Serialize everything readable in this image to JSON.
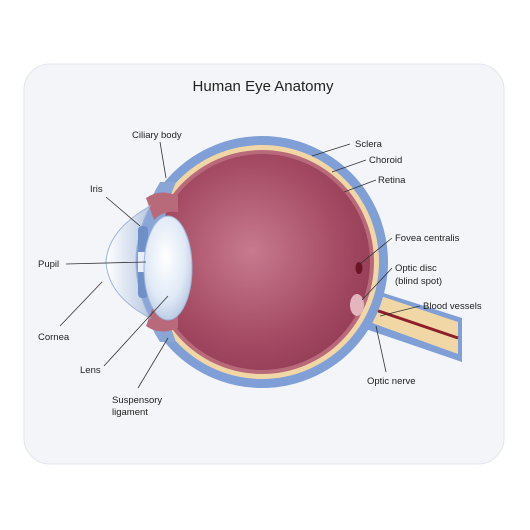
{
  "title": "Human Eye Anatomy",
  "labels": {
    "ciliary_body": "Ciliary body",
    "iris": "Iris",
    "pupil": "Pupil",
    "cornea": "Cornea",
    "lens": "Lens",
    "suspensory_1": "Suspensory",
    "suspensory_2": "ligament",
    "sclera": "Sclera",
    "choroid": "Choroid",
    "retina": "Retina",
    "fovea": "Fovea centralis",
    "optic_disc_1": "Optic disc",
    "optic_disc_2": "(blind spot)",
    "blood_vessels": "Blood vessels",
    "optic_nerve": "Optic nerve"
  },
  "colors": {
    "mat": "#f3f5f8",
    "sclera": "#7f9fd6",
    "choroid": "#f1d7a6",
    "retina": "#b86a7b",
    "vitreous": "#9d3f57",
    "lens": "#dbe6f4",
    "cornea": "#c9d6ea",
    "vessel": "#8e1f2a"
  }
}
